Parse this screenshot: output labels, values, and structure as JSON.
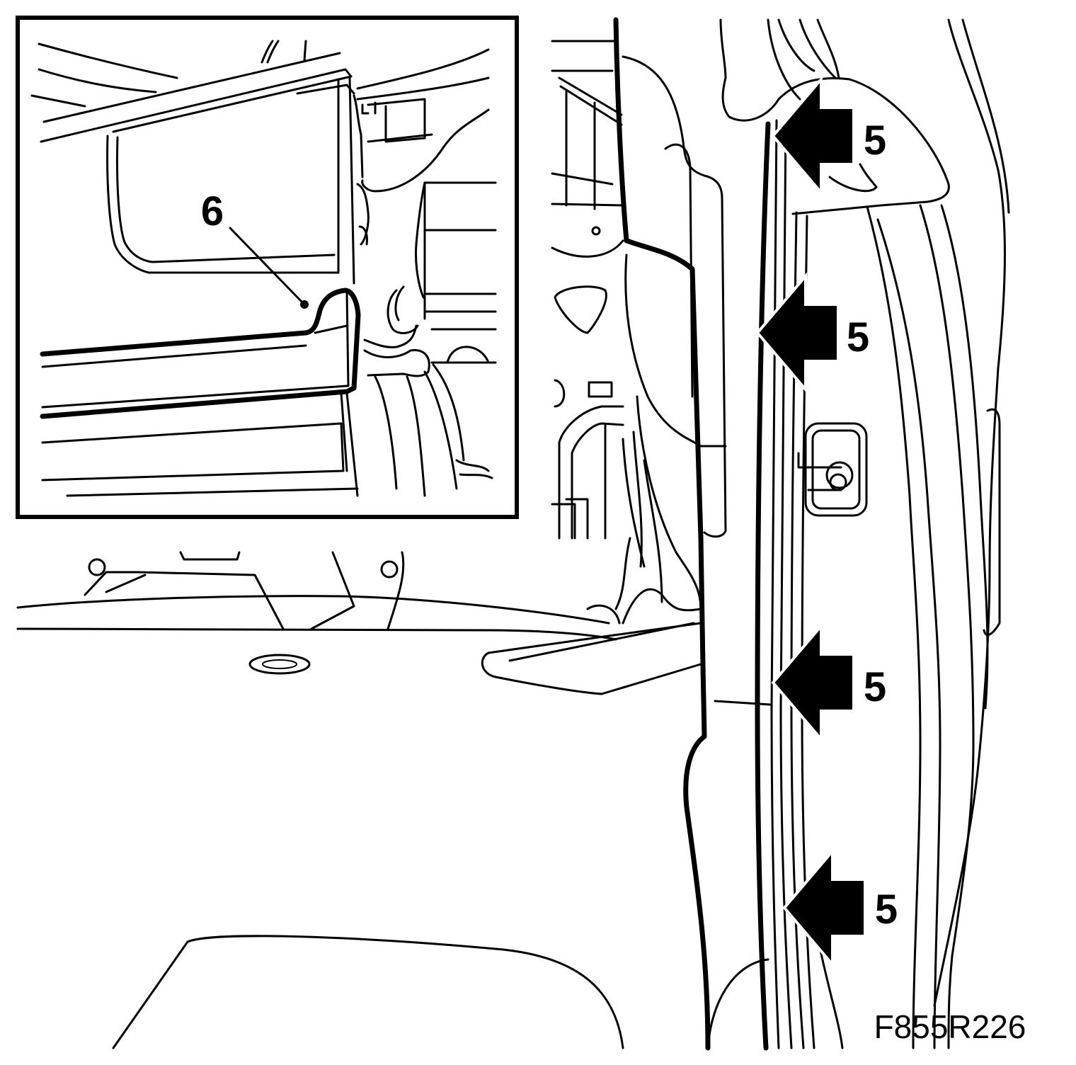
{
  "diagram": {
    "figure_code": "F855R226",
    "inset_label": "6",
    "callouts": [
      "5",
      "5",
      "5",
      "5"
    ]
  },
  "colors": {
    "ink": "#000000",
    "paper": "#ffffff"
  }
}
